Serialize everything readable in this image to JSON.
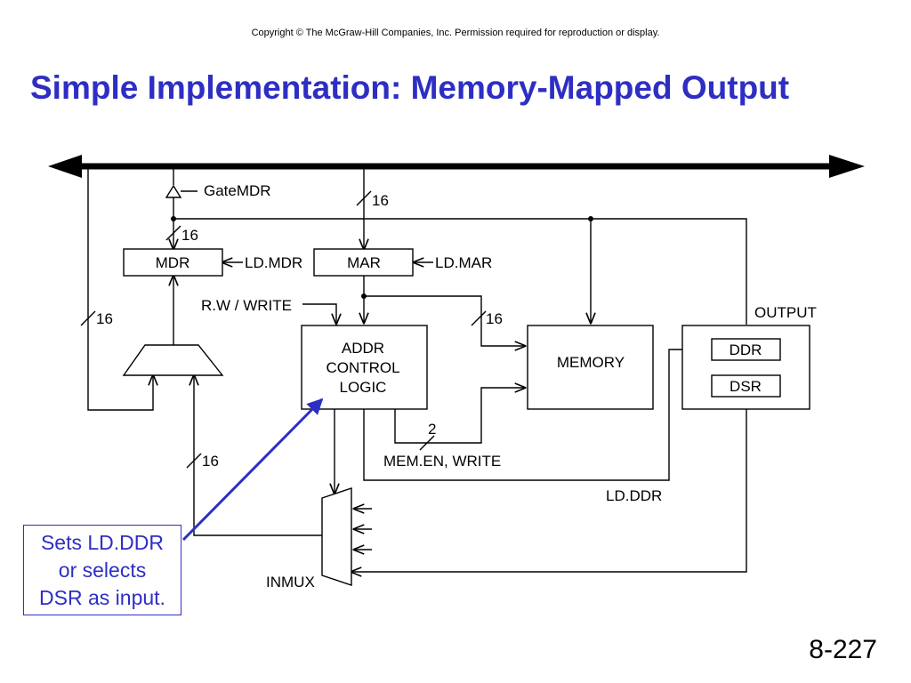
{
  "copyright": "Copyright © The McGraw-Hill Companies, Inc.  Permission required for reproduction or display.",
  "title": "Simple Implementation: Memory-Mapped Output",
  "slide_number": "8-227",
  "diagram": {
    "boxes": {
      "mdr": "MDR",
      "mar": "MAR",
      "addr_logic": [
        "ADDR",
        "CONTROL",
        "LOGIC"
      ],
      "memory": "MEMORY",
      "output_label": "OUTPUT",
      "ddr": "DDR",
      "dsr": "DSR"
    },
    "signals": {
      "gate_mdr": "GateMDR",
      "ld_mdr": "LD.MDR",
      "ld_mar": "LD.MAR",
      "rw_prefix": "R.W / ",
      "write": "WRITE",
      "mem_en_prefix": "MEM.EN, ",
      "write2": "WRITE",
      "ld_ddr": "LD.DDR",
      "inmux": "INMUX"
    },
    "bus_widths": {
      "mar_in": "16",
      "mdr_in": "16",
      "left_bus": "16",
      "memory_in": "16",
      "mux_in": "16",
      "control": "2"
    }
  },
  "callout": {
    "lines": [
      "Sets LD.DDR",
      "or selects",
      "DSR as input."
    ],
    "color": "#2e2ec4"
  },
  "colors": {
    "title": "#2e2ec4",
    "lines": "#000000"
  }
}
